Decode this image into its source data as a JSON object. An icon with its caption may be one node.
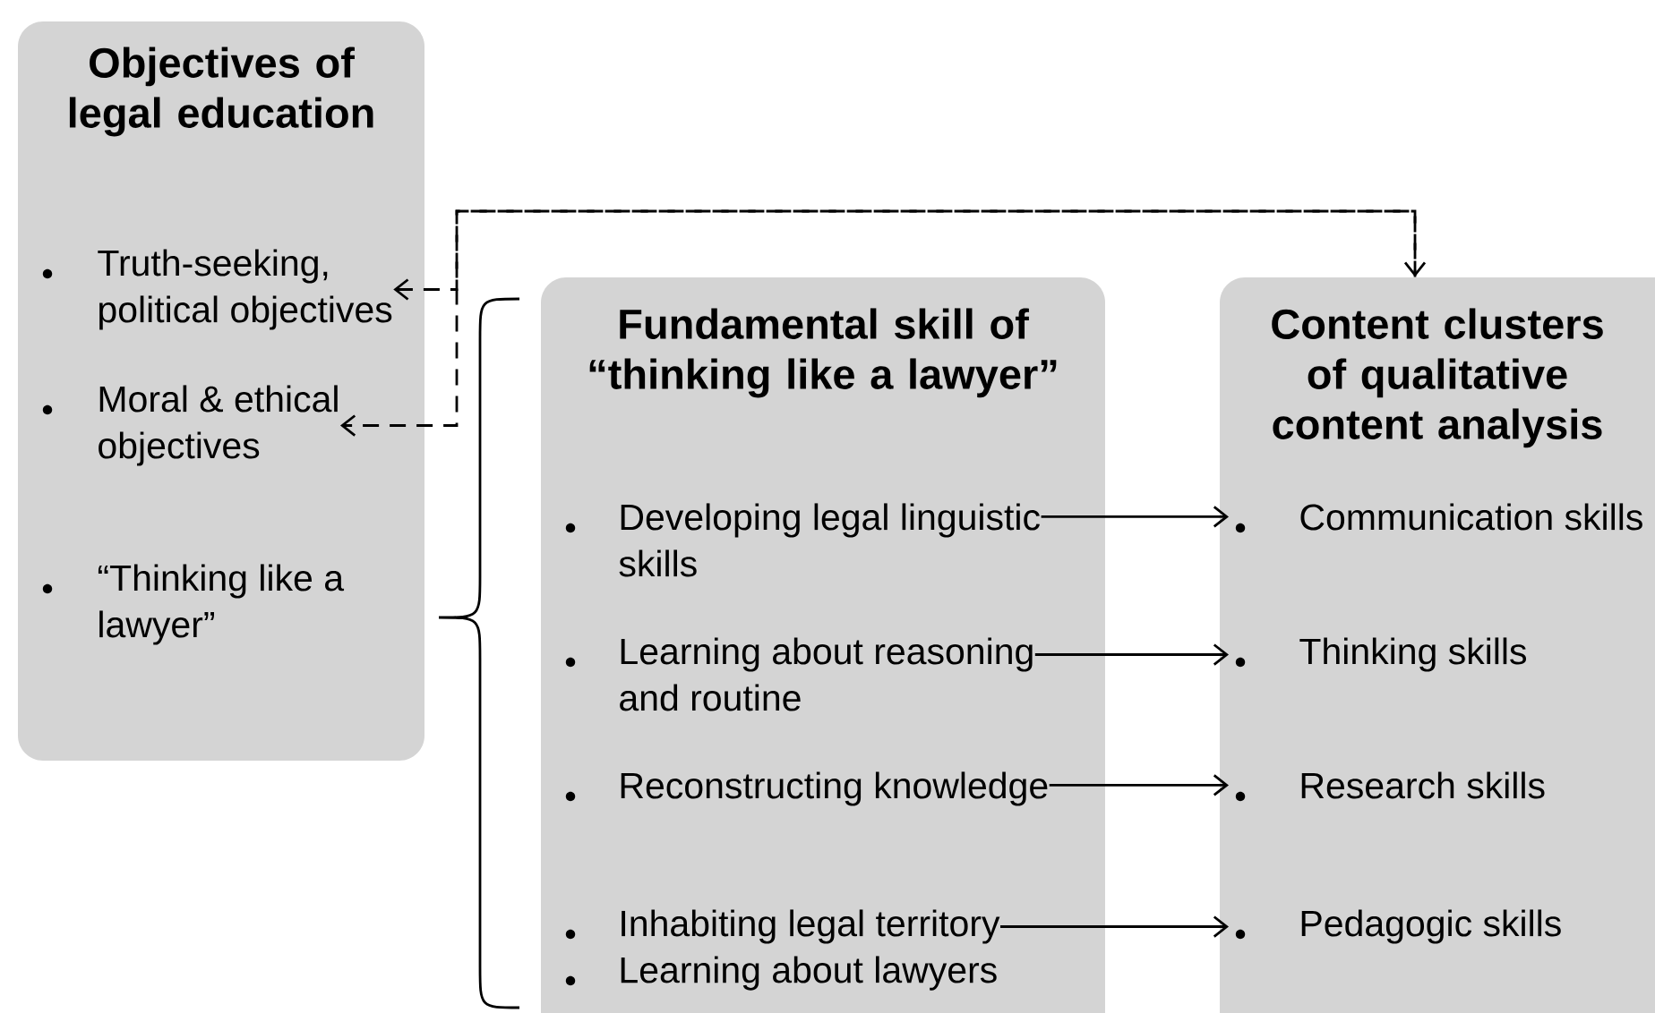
{
  "diagram": {
    "nodes": [
      {
        "text": [
          "Objectives of legal education"
        ]
      },
      {
        "text": [
          "Truth-seeking, political objectives"
        ],
        "in": 0
      },
      {
        "text": [
          "Moral & ethical objectives"
        ],
        "in": 0
      },
      {
        "text": [
          "“Thinking like a lawyer”"
        ],
        "in": 0
      },
      {
        "text": [
          "Fundamental skill of “thinking like a lawyer”"
        ]
      },
      {
        "text": [
          "Developing legal linguistic skills"
        ],
        "in": 4
      },
      {
        "text": [
          "Learning about reasoning and routine"
        ],
        "in": 4
      },
      {
        "text": [
          "Reconstructing knowledge"
        ],
        "in": 4
      },
      {
        "text": [
          "Inhabiting legal territory"
        ],
        "in": 4
      },
      {
        "text": [
          "Learning about lawyers"
        ],
        "in": 4
      },
      {
        "text": [
          "Content clusters of qualitative content analysis"
        ]
      },
      {
        "text": [
          "Communication skills"
        ],
        "in": 10
      },
      {
        "text": [
          "Thinking skills"
        ],
        "in": 10
      },
      {
        "text": [
          "Research skills"
        ],
        "in": 10
      },
      {
        "text": [
          "Pedagogic skills"
        ],
        "in": 10
      }
    ],
    "edges": [
      {
        "from": 5,
        "to": 11,
        "arrow": "to"
      },
      {
        "from": 6,
        "to": 12,
        "arrow": "to"
      },
      {
        "from": 7,
        "to": 13,
        "arrow": "to"
      },
      {
        "from": 8,
        "to": 14,
        "arrow": "to"
      },
      {
        "from": 1,
        "to": 10,
        "arrow": "both",
        "style": "dashed"
      },
      {
        "from": 10,
        "to": 2,
        "arrow": "to",
        "style": "dashed"
      }
    ]
  }
}
